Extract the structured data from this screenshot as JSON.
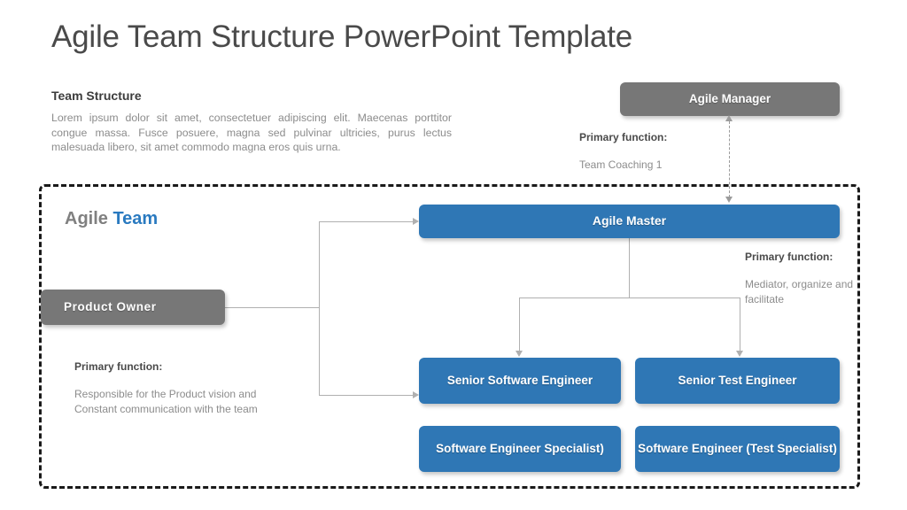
{
  "slide": {
    "title": "Agile Team Structure PowerPoint Template",
    "colors": {
      "blue": "#2f77b5",
      "gray": "#777777",
      "accent_text": "#2a7ac0",
      "connector": "#b0b0b0",
      "dashed_border": "#1a1a1a"
    }
  },
  "intro": {
    "heading": "Team Structure",
    "body": "Lorem ipsum dolor sit amet, consectetuer adipiscing elit. Maecenas porttitor congue massa. Fusce posuere, magna sed pulvinar ultricies, purus lectus malesuada libero, sit amet commodo magna eros quis urna."
  },
  "team_group": {
    "label_primary": "Agile ",
    "label_accent": "Team"
  },
  "nodes": {
    "agile_manager": "Agile Manager",
    "agile_master": "Agile Master",
    "product_owner": "Product Owner",
    "senior_software_engineer": "Senior Software Engineer",
    "senior_test_engineer": "Senior Test Engineer",
    "software_engineer_specialist": "Software Engineer Specialist)",
    "software_engineer_test_specialist": "Software Engineer (Test Specialist)"
  },
  "functions": {
    "manager": {
      "title": "Primary function:",
      "text": "Team Coaching 1"
    },
    "master": {
      "title": "Primary function:",
      "text": "Mediator, organize and facilitate"
    },
    "owner": {
      "title": "Primary function:",
      "text": "Responsible for the Product vision and Constant communication with the team"
    }
  }
}
